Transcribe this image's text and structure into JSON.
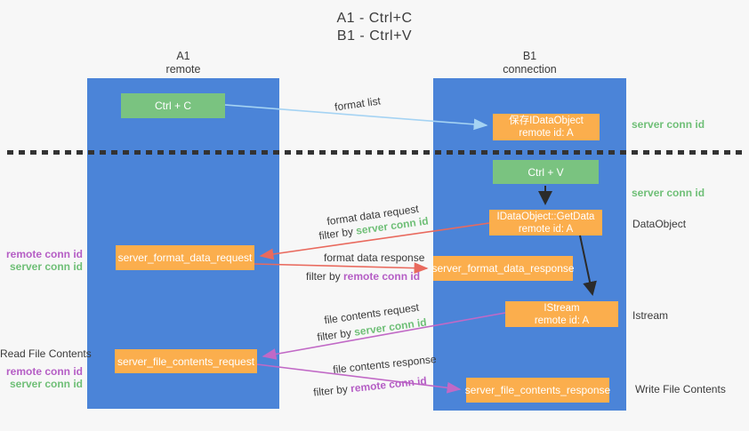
{
  "title": {
    "line1": "A1 - Ctrl+C",
    "line2": "B1 - Ctrl+V"
  },
  "lifelines": {
    "a1": {
      "name": "A1",
      "subtitle": "remote"
    },
    "b1": {
      "name": "B1",
      "subtitle": "connection"
    }
  },
  "nodes": {
    "ctrl_c": {
      "label": "Ctrl + C"
    },
    "save_idataobject": {
      "line1": "保存IDataObject",
      "line2": "remote id: A"
    },
    "ctrl_v": {
      "label": "Ctrl + V"
    },
    "idataobject_getdata": {
      "line1": "IDataObject::GetData",
      "line2": "remote id: A"
    },
    "server_format_data_request": {
      "label": "server_format_data_request"
    },
    "server_format_data_response": {
      "label": "server_format_data_response"
    },
    "istream": {
      "line1": "IStream",
      "line2": "remote id: A"
    },
    "server_file_contents_request": {
      "label": "server_file_contents_request"
    },
    "server_file_contents_response": {
      "label": "server_file_contents_response"
    }
  },
  "edge_labels": {
    "format_list": "format list",
    "format_data_request": "format data request",
    "format_data_response": "format data response",
    "file_contents_request": "file contents request",
    "file_contents_response": "file contents response",
    "filter_by_prefix": "filter by ",
    "server_conn_id": "server conn id",
    "remote_conn_id": "remote conn id"
  },
  "side_labels": {
    "right_server_conn_id_top": "server conn id",
    "right_server_conn_id_mid": "server conn id",
    "right_dataobject": "DataObject",
    "right_istream": "Istream",
    "right_write_file_contents": "Write File Contents",
    "left_remote_conn_id_top": "remote conn id",
    "left_server_conn_id_top": "server conn id",
    "left_read_file_contents": "Read File Contents",
    "left_remote_conn_id_bottom": "remote conn id",
    "left_server_conn_id_bottom": "server conn id"
  },
  "colors": {
    "lifeline_blue": "#4b84d8",
    "node_green": "#7ac380",
    "node_orange": "#fbae4d",
    "arrow_light_blue": "#a5d3f3",
    "arrow_red": "#e96a5e",
    "arrow_purple": "#c169c6",
    "arrow_black": "#2b2b2b",
    "text_green": "#6fbf77",
    "text_purple": "#b55ec5",
    "background": "#f7f7f7"
  }
}
